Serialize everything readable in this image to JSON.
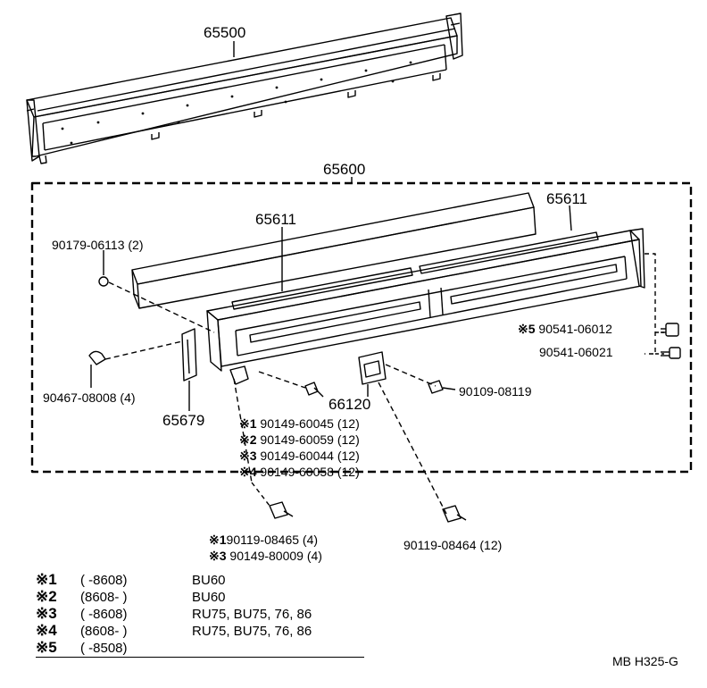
{
  "parts": {
    "p65500": "65500",
    "p65600": "65600",
    "p65611_left": "65611",
    "p65611_right": "65611",
    "p90179": "90179-06113 (2)",
    "p90467": "90467-08008 (4)",
    "p65679": "65679",
    "p66120": "66120",
    "p90109": "90109-08119",
    "p90541a": "90541-06012",
    "p90541a_mark": "※5",
    "p90541b": "90541-06021",
    "bolts": [
      {
        "mark": "※1",
        "text": "90149-60045 (12)"
      },
      {
        "mark": "※2",
        "text": "90149-60059 (12)"
      },
      {
        "mark": "※3",
        "text": "90149-60044 (12)"
      },
      {
        "mark": "※4",
        "text": "90149-60058 (12)"
      }
    ],
    "bottom_left": [
      {
        "mark": "※1",
        "text": "90119-08465 (4)"
      },
      {
        "mark": "※3",
        "text": "90149-80009 (4)"
      }
    ],
    "p90119_08464": "90119-08464 (12)"
  },
  "legend": [
    {
      "mark": "※1",
      "range": "(       -8608)",
      "models": "BU60"
    },
    {
      "mark": "※2",
      "range": "(8608-       )",
      "models": "BU60"
    },
    {
      "mark": "※3",
      "range": "(       -8608)",
      "models": "RU75, BU75, 76, 86"
    },
    {
      "mark": "※4",
      "range": "(8608-       )",
      "models": "RU75, BU75, 76, 86"
    },
    {
      "mark": "※5",
      "range": "(       -8508)",
      "models": ""
    }
  ],
  "code": "MB H325-G"
}
